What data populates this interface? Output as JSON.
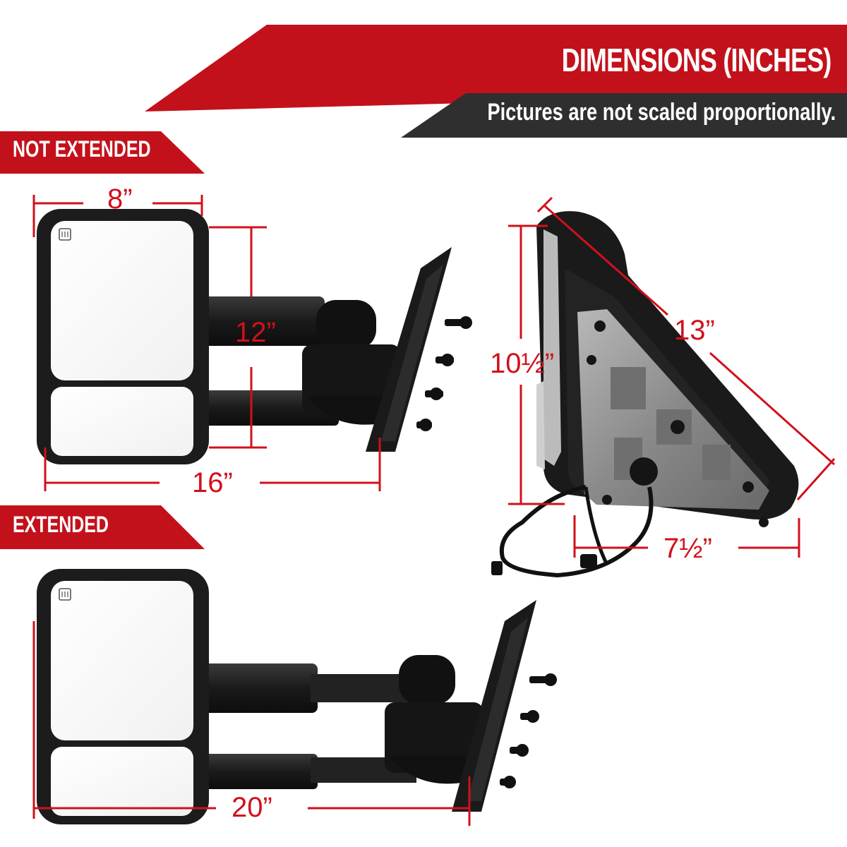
{
  "header": {
    "title": "DIMENSIONS (INCHES)",
    "subtitle": "Pictures are not scaled proportionally."
  },
  "sections": {
    "not_extended": "NOT EXTENDED",
    "extended": "EXTENDED"
  },
  "dimensions": {
    "head_width": "8”",
    "head_height": "12”",
    "overall_length": "16”",
    "extended_length": "20”",
    "side_height": "10½”",
    "side_diagonal": "13”",
    "side_depth": "7½”"
  },
  "colors": {
    "accent_red": "#c3111b",
    "banner_dark": "#2f2f2f",
    "dimension_red": "#d1101c",
    "mirror_body": "#1c1c1c"
  },
  "icons": {
    "heat": "heated-mirror-icon"
  }
}
